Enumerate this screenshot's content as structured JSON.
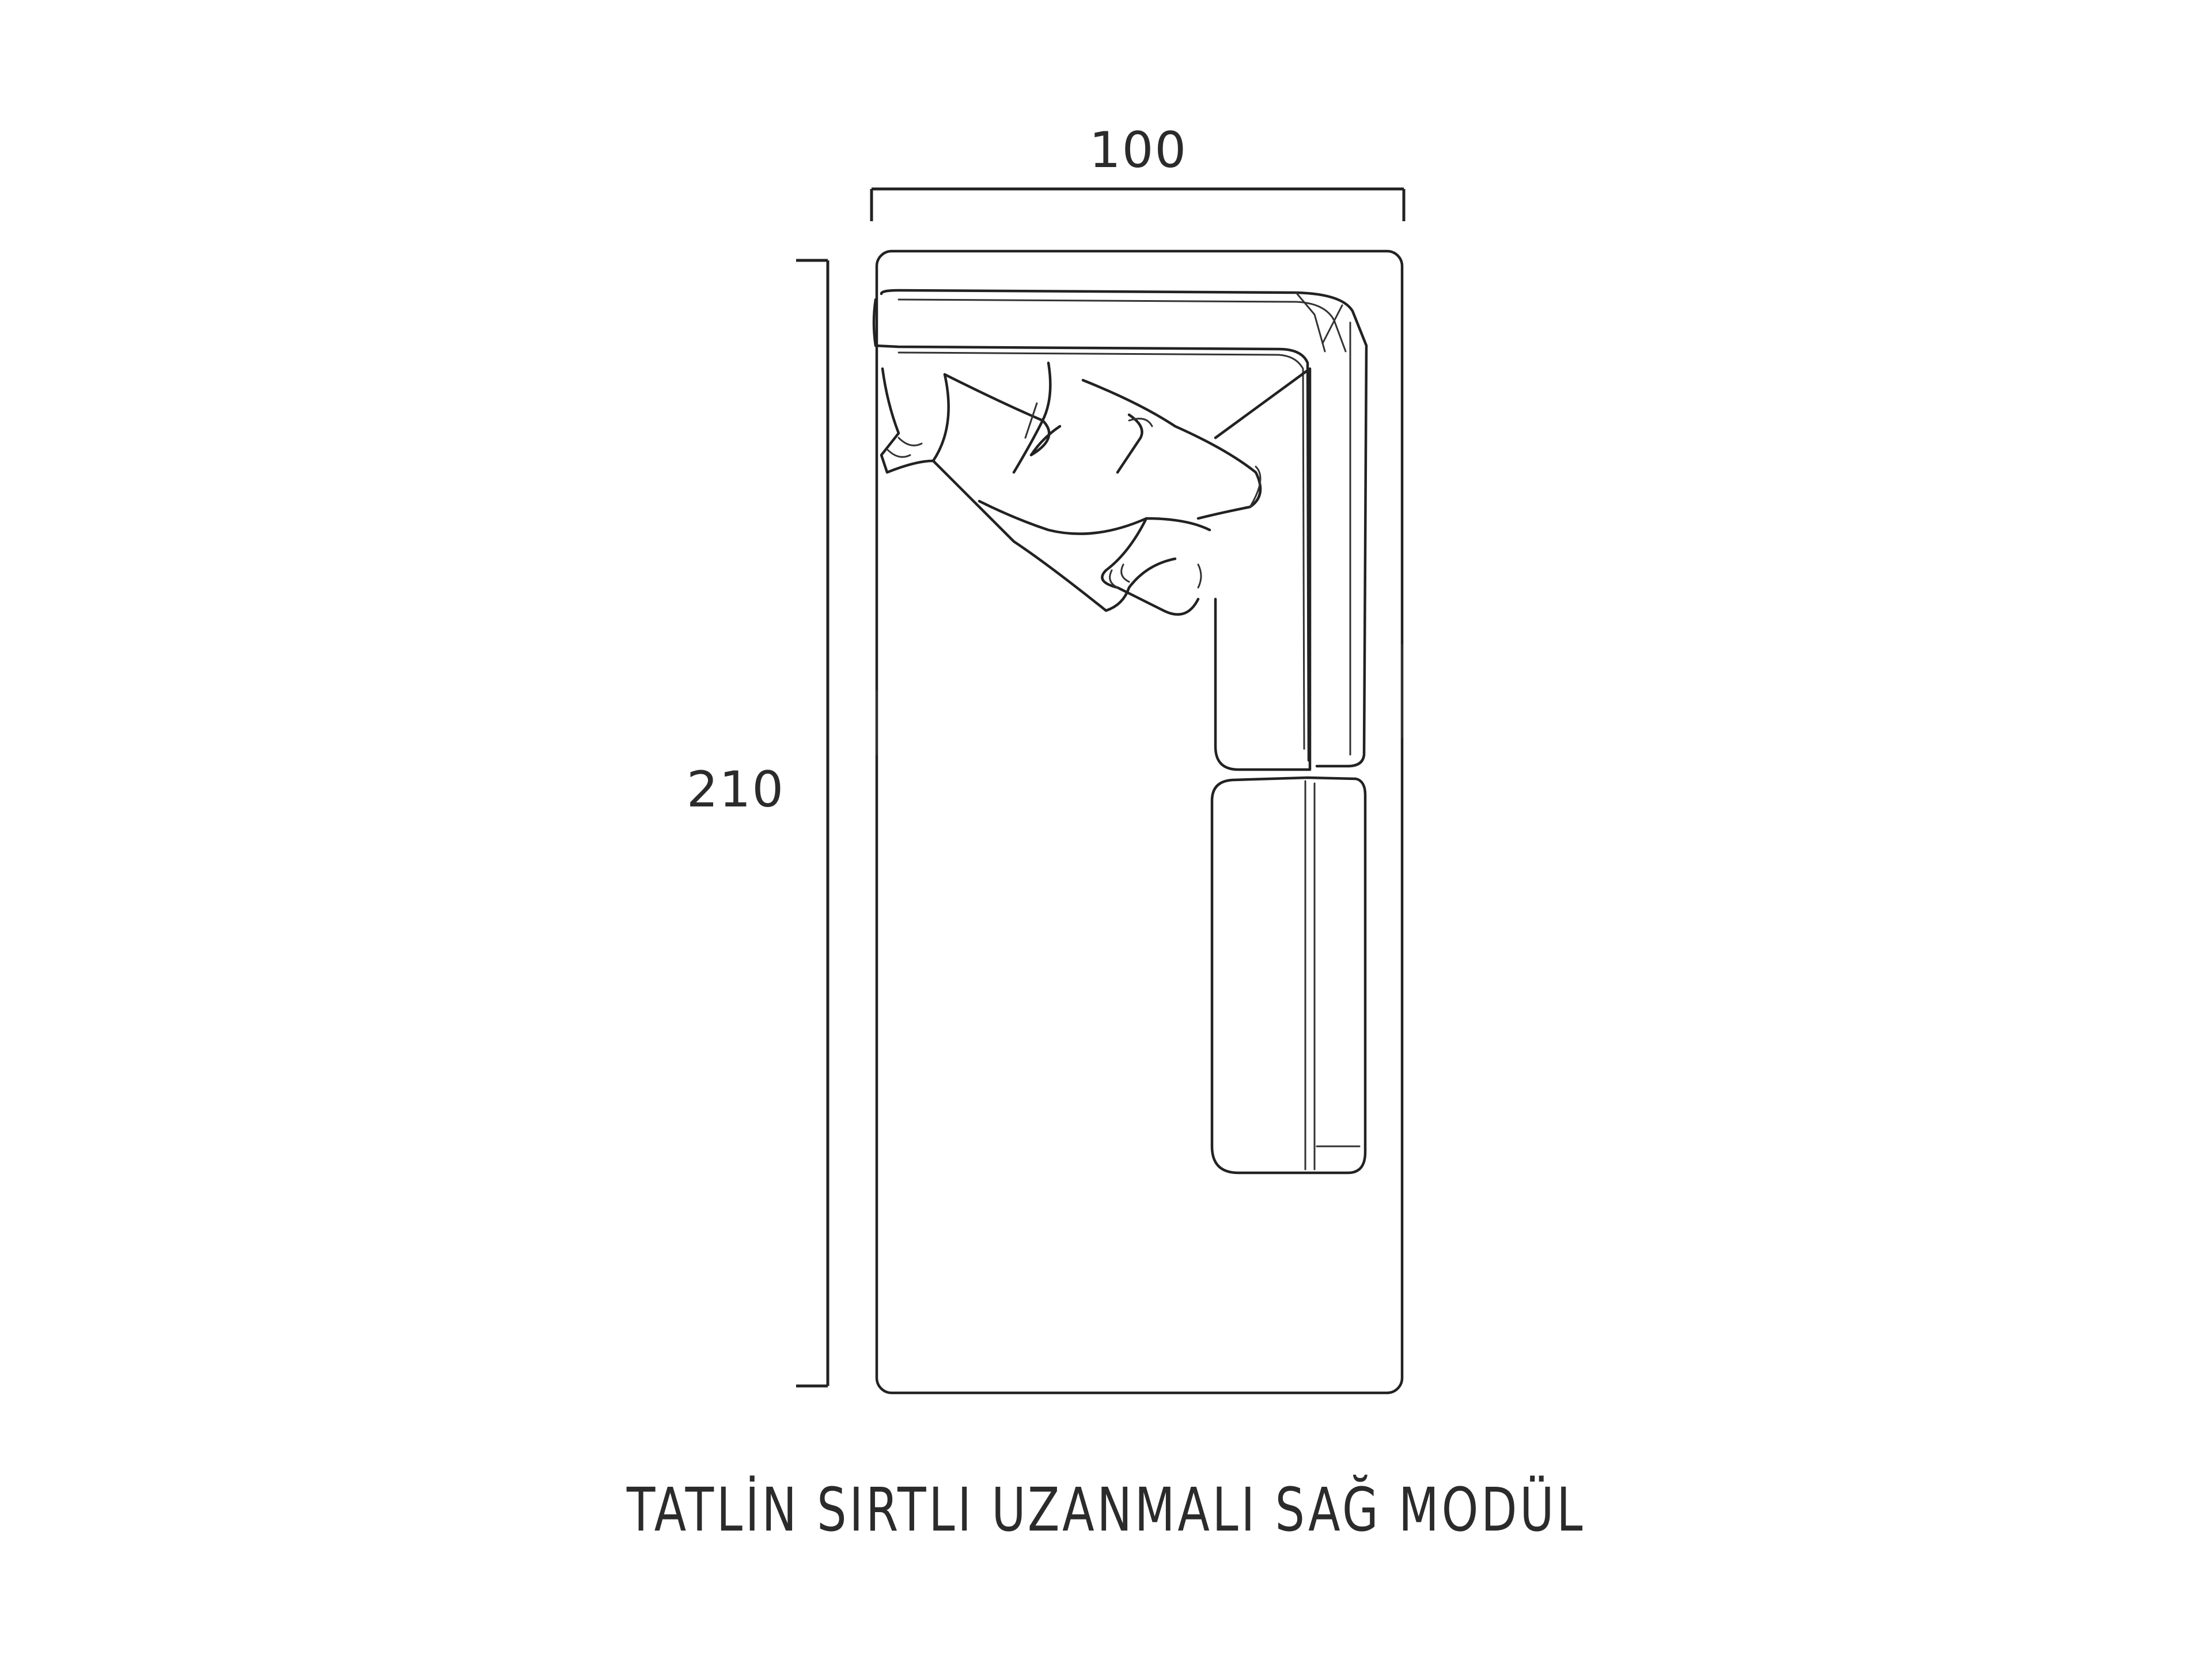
{
  "dimensions": {
    "width_label": "100",
    "depth_label": "210"
  },
  "caption": "TATLİN SIRTLI UZANMALI SAĞ MODÜL",
  "colors": {
    "line": "#222222",
    "text": "#2b2b2b",
    "background": "#ffffff"
  }
}
